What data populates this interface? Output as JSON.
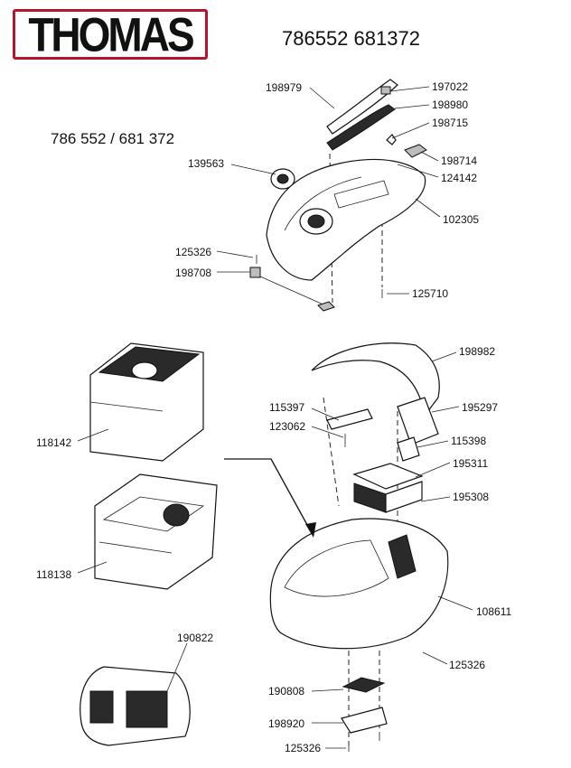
{
  "header": {
    "brand": "THOMAS",
    "model_numbers": "786552 681372",
    "subtitle": "786 552 / 681 372"
  },
  "parts": {
    "p198979": "198979",
    "p197022": "197022",
    "p198980": "198980",
    "p198715": "198715",
    "p139563": "139563",
    "p198714": "198714",
    "p124142": "124142",
    "p102305": "102305",
    "p125326a": "125326",
    "p198708": "198708",
    "p125710": "125710",
    "p198982": "198982",
    "p118142": "118142",
    "p115397": "115397",
    "p195297": "195297",
    "p123062": "123062",
    "p115398": "115398",
    "p195311": "195311",
    "p195308": "195308",
    "p118138": "118138",
    "p108611": "108611",
    "p190822": "190822",
    "p125326b": "125326",
    "p190808": "190808",
    "p198920": "198920",
    "p125326c": "125326"
  }
}
